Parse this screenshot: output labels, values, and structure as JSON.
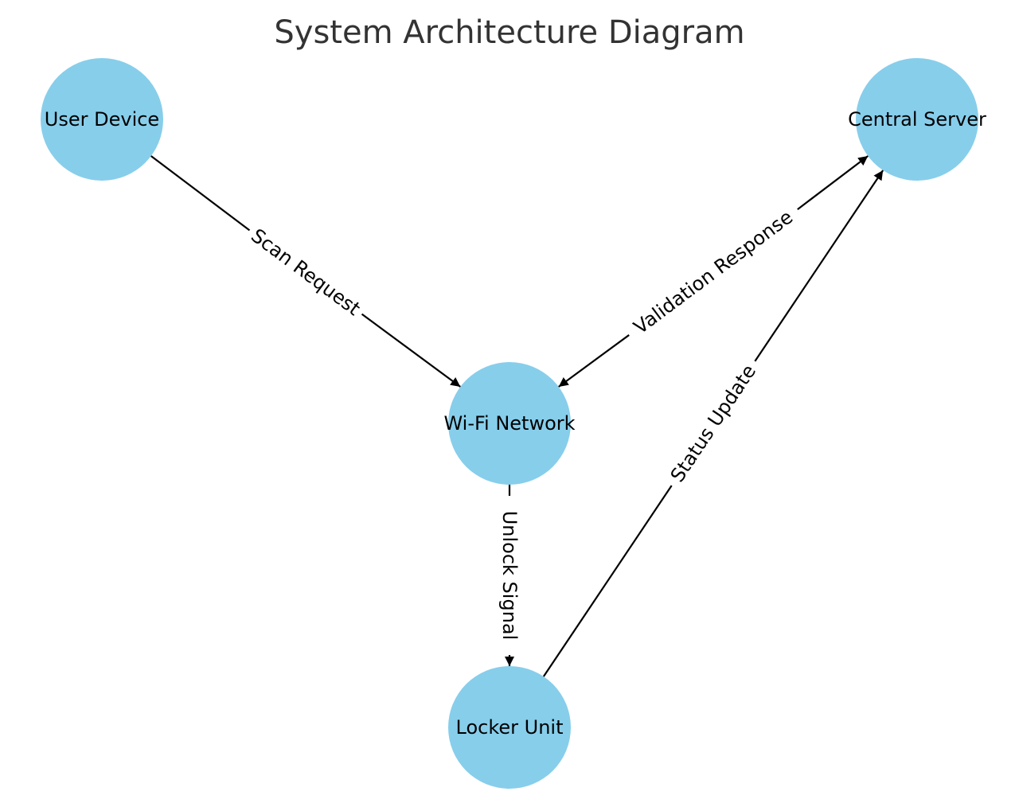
{
  "title": "System Architecture Diagram",
  "colors": {
    "node_fill": "#87CEEB",
    "edge": "#000000",
    "title": "#333333",
    "background": "#ffffff"
  },
  "nodes": [
    {
      "id": "user-device",
      "label": "User Device"
    },
    {
      "id": "central-server",
      "label": "Central Server"
    },
    {
      "id": "wifi-network",
      "label": "Wi-Fi Network"
    },
    {
      "id": "locker-unit",
      "label": "Locker Unit"
    }
  ],
  "edges": [
    {
      "id": "scan-request",
      "from": "user-device",
      "to": "wifi-network",
      "label": "Scan Request"
    },
    {
      "id": "validation-response",
      "from": "central-server",
      "to": "wifi-network",
      "label": "Validation Response",
      "bidirectional": true
    },
    {
      "id": "unlock-signal",
      "from": "wifi-network",
      "to": "locker-unit",
      "label": "Unlock Signal"
    },
    {
      "id": "status-update",
      "from": "locker-unit",
      "to": "central-server",
      "label": "Status Update"
    }
  ]
}
